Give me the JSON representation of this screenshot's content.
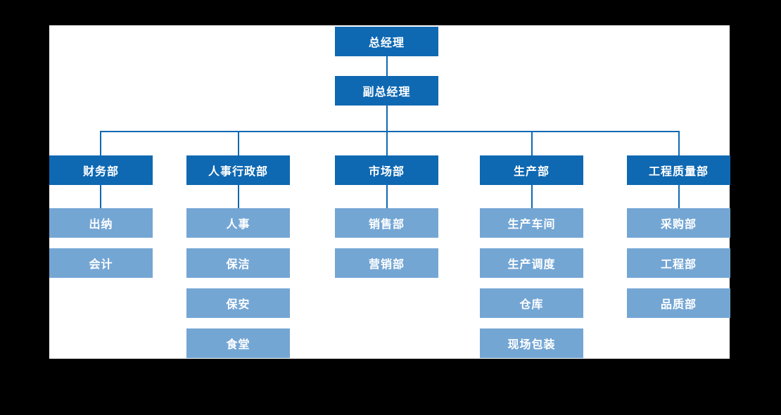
{
  "org": {
    "root": {
      "label": "总经理"
    },
    "deputy": {
      "label": "副总经理"
    },
    "departments": [
      {
        "label": "财务部",
        "children": [
          "出纳",
          "会计"
        ]
      },
      {
        "label": "人事行政部",
        "children": [
          "人事",
          "保洁",
          "保安",
          "食堂"
        ]
      },
      {
        "label": "市场部",
        "children": [
          "销售部",
          "营销部"
        ]
      },
      {
        "label": "生产部",
        "children": [
          "生产车间",
          "生产调度",
          "仓库",
          "现场包装"
        ]
      },
      {
        "label": "工程质量部",
        "children": [
          "采购部",
          "工程部",
          "品质部"
        ]
      }
    ]
  },
  "colors": {
    "node_primary": "#0E68B2",
    "node_secondary": "#74A6D4",
    "connector": "#0E68B2",
    "text": "#FFFFFF",
    "canvas": "#FFFFFF",
    "background": "#000000"
  }
}
